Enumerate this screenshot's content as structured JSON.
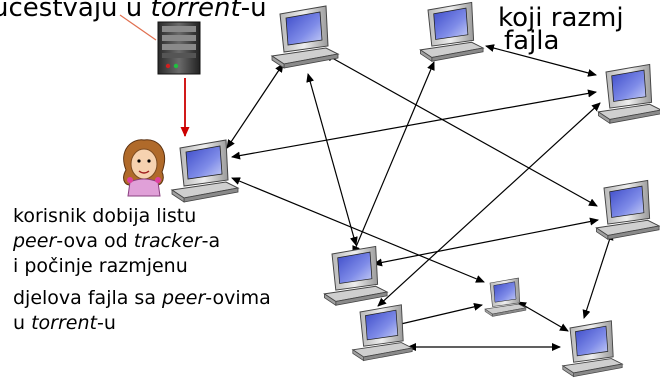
{
  "labels": {
    "top_left": [
      "učestvaju u ",
      "torrent",
      "-u"
    ],
    "top_right_1": "koji razmj",
    "top_right_2": "fajla",
    "user_1": "korisnik dobija listu",
    "user_2": [
      "peer",
      "-ova od ",
      "tracker",
      "-a"
    ],
    "user_3": "i počinje razmjenu",
    "user_4": [
      "djelova fajla sa ",
      "peer",
      "-ovima"
    ],
    "user_5": [
      "u ",
      "torrent",
      "-u"
    ]
  },
  "colors": {
    "tracker_arrow": "#cc0000",
    "pointer_line": "#e07050",
    "peer_links": "#000000",
    "screen": "#5a6ad8"
  },
  "icons": {
    "tracker": "server-icon",
    "user": "cartoon-user-icon",
    "peer": "desktop-computer-icon"
  }
}
